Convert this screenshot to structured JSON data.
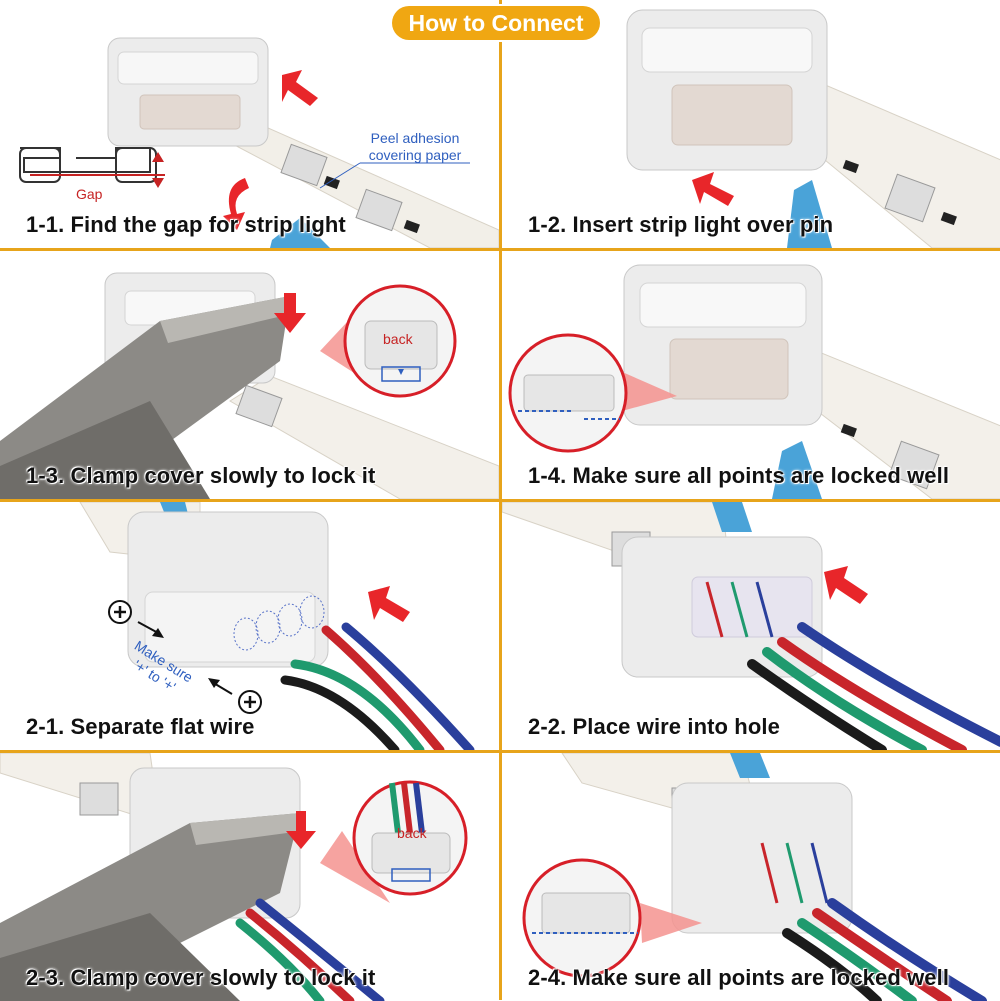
{
  "title": "How to Connect",
  "steps": [
    {
      "id": "1-1",
      "caption": "1-1. Find the gap for strip light"
    },
    {
      "id": "1-2",
      "caption": "1-2. Insert strip light over pin"
    },
    {
      "id": "1-3",
      "caption": "1-3. Clamp cover slowly to lock it"
    },
    {
      "id": "1-4",
      "caption": "1-4. Make sure all points are locked well"
    },
    {
      "id": "2-1",
      "caption": "2-1. Separate flat wire"
    },
    {
      "id": "2-2",
      "caption": "2-2. Place wire into hole"
    },
    {
      "id": "2-3",
      "caption": "2-3. Clamp cover slowly to lock it"
    },
    {
      "id": "2-4",
      "caption": "2-4. Make sure all points are locked well"
    }
  ],
  "annotations": {
    "gap_label": "Gap",
    "peel_note_line1": "Peel adhesion",
    "peel_note_line2": "covering paper",
    "back_label_1": "back",
    "back_label_2": "back",
    "make_sure_line1": "Make sure",
    "make_sure_line2": "'+' to '+'"
  },
  "colors": {
    "accent": "#f0a712",
    "divider": "#e7a41b",
    "arrow": "#e8262a",
    "note": "#2f5fbf",
    "wire_red": "#c8252b",
    "wire_green": "#1f9a6e",
    "wire_blue": "#2a3f9c",
    "wire_black": "#1b1b1b",
    "paper_blue": "#4aa3d8"
  },
  "icons": [
    "red-arrow-icon",
    "plus-circle-icon",
    "magnifier-callout-icon"
  ]
}
